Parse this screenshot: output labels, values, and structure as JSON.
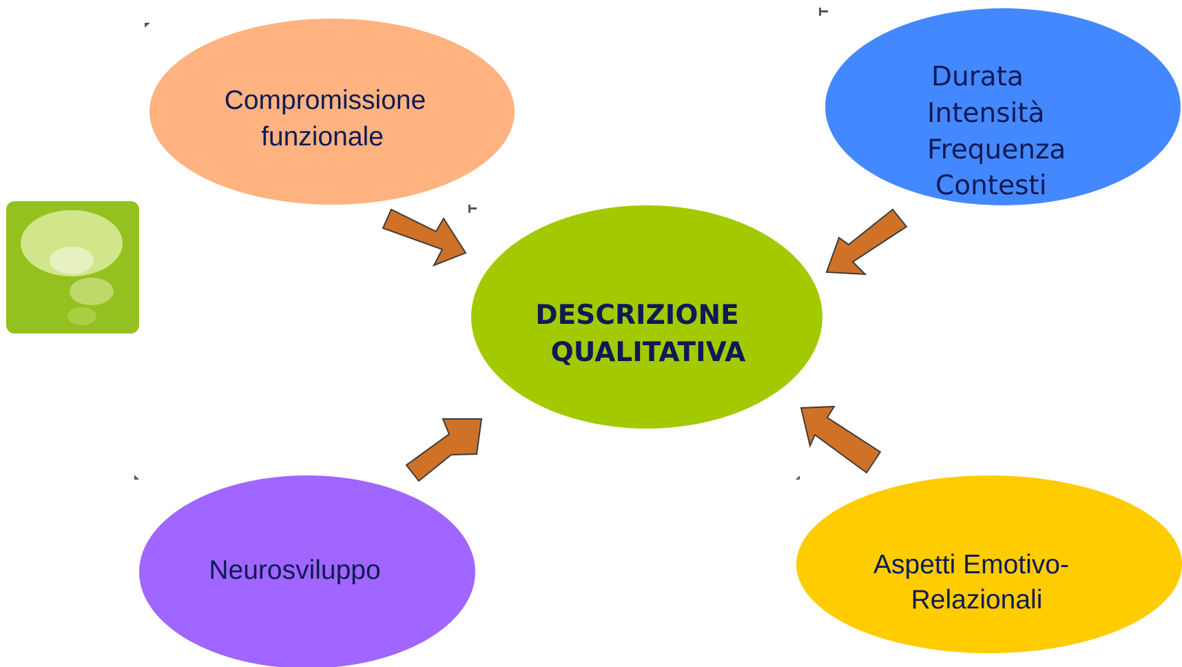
{
  "colors": {
    "center": "#a3c900",
    "top_left": "#ffb380",
    "top_right": "#4488ff",
    "bottom_left": "#a066ff",
    "bottom_right": "#ffcc00",
    "text": "#0f1a55",
    "arrow_fill": "#cf7228",
    "arrow_stroke": "#3b3b3b",
    "icon_bg": "#94c11f"
  },
  "center": {
    "line1": "DESCRIZIONE",
    "line2": "QUALITATIVA"
  },
  "top_left": {
    "line1": "Compromissione",
    "line2": "funzionale"
  },
  "top_right": {
    "line1": "Durata",
    "line2": "Intensità",
    "line3": "Frequenza",
    "line4": "Contesti"
  },
  "bottom_left": {
    "line1": "Neurosviluppo"
  },
  "bottom_right": {
    "line1": "Aspetti Emotivo-",
    "line2": "Relazionali"
  },
  "icon": "thought-bubble-icon"
}
